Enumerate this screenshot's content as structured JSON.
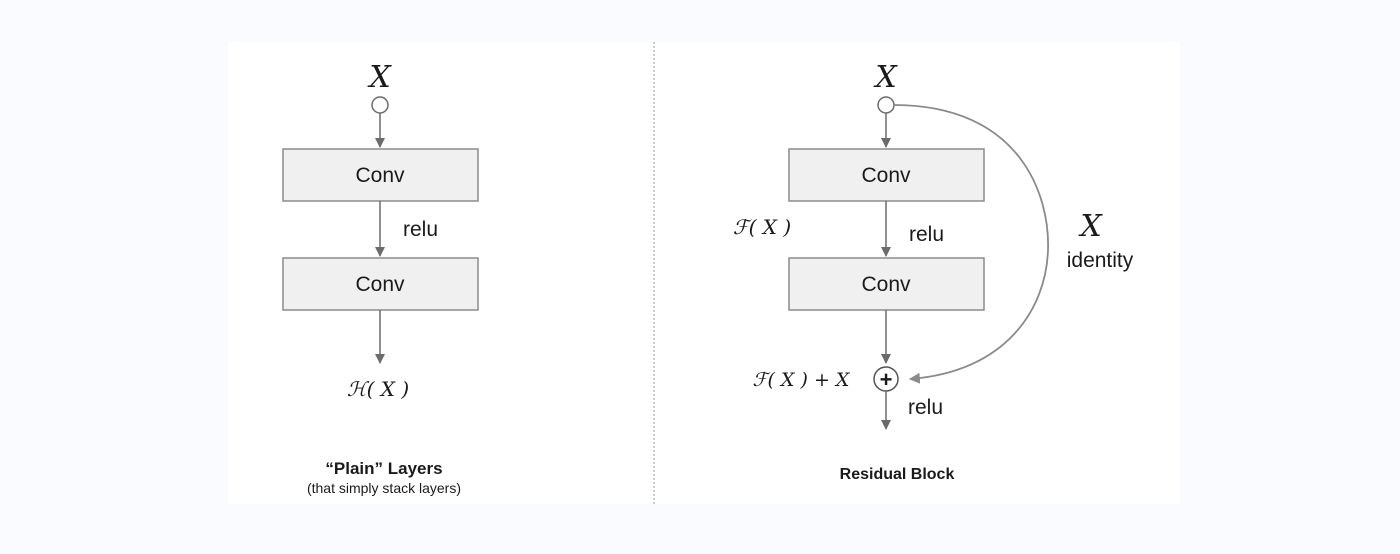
{
  "plain": {
    "input_symbol": "X",
    "conv1_label": "Conv",
    "activation_label": "relu",
    "conv2_label": "Conv",
    "output_label": "ℋ( X )",
    "caption_title": "“Plain” Layers",
    "caption_subtitle": "(that simply stack layers)"
  },
  "residual": {
    "input_symbol": "X",
    "conv1_label": "Conv",
    "fx_label": "ℱ( X )",
    "activation_label": "relu",
    "conv2_label": "Conv",
    "identity_symbol": "X",
    "identity_label": "identity",
    "sum_label": "ℱ( X ) + X",
    "sum_operator": "+",
    "output_activation_label": "relu",
    "caption_title": "Residual Block"
  },
  "colors": {
    "panel_background": "#ffffff",
    "page_background": "#fafbfe",
    "box_fill": "#f0f0f0",
    "box_stroke": "#8c8c8c",
    "arrow": "#6b6b6b",
    "identity_curve": "#8a8a8a",
    "divider": "#9a9a9a"
  }
}
